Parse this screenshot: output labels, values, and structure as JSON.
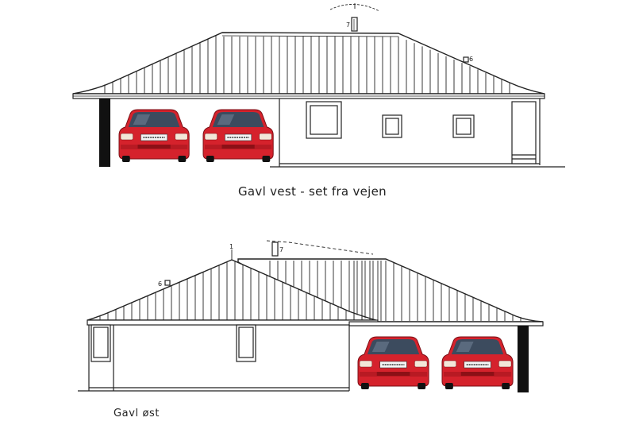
{
  "drawings": [
    {
      "caption": "Gavl vest - set fra vejen",
      "marker_labels": [
        "7",
        "6"
      ]
    },
    {
      "caption": "Gavl øst",
      "marker_labels": [
        "1",
        "7",
        "6"
      ]
    }
  ],
  "colors": {
    "line": "#222222",
    "car_body": "#d5222c",
    "car_dark": "#8c1016",
    "car_glass": "#3c4b5e",
    "pillar": "#111111"
  }
}
